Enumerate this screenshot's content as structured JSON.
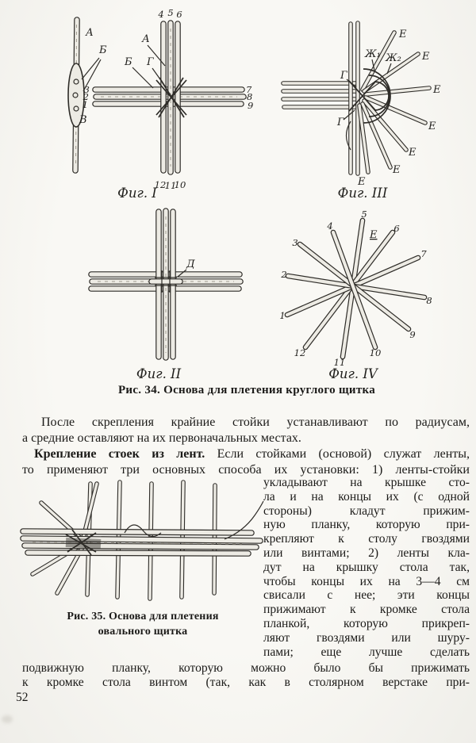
{
  "page": {
    "number": "52"
  },
  "fig34": {
    "caption": "Рис. 34. Основа для плетения круглого щитка",
    "fig1": {
      "caption": "Фиг. I",
      "label_a1": "А",
      "label_b1": "Б",
      "label_v": "В",
      "label_a2": "А",
      "label_b2": "Б",
      "label_g": "Г",
      "nums_top": [
        "4",
        "5",
        "6"
      ],
      "nums_bottom": [
        "12",
        "11",
        "10"
      ],
      "nums_left": [
        "3",
        "2",
        "1"
      ],
      "nums_right": [
        "7",
        "8",
        "9"
      ]
    },
    "fig2": {
      "caption": "Фиг. II",
      "label_d": "Д"
    },
    "fig3": {
      "caption": "Фиг. III",
      "label_g1": "Г",
      "label_g2": "Г",
      "label_zh1": "Ж₁",
      "label_zh2": "Ж₂",
      "labels_e": [
        "Е",
        "Е",
        "Е",
        "Е",
        "Е",
        "Е"
      ],
      "label_e_bottom": "Е"
    },
    "fig4": {
      "caption": "Фиг. IV",
      "label_e": "Е",
      "nums": [
        "1",
        "2",
        "3",
        "4",
        "5",
        "6",
        "7",
        "8",
        "9",
        "10",
        "11",
        "12"
      ]
    }
  },
  "para1": {
    "line1": "После скрепления крайние стойки устанавливают по радиусам,",
    "line2": "а средние оставляют на их первоначальных местах.",
    "line3_bold": "Крепление стоек из лент.",
    "line3_rest": " Если стойками (основой) служат ленты,",
    "line4": "то применяют три основных способа их установки: 1) ленты-стойки"
  },
  "fig35": {
    "caption_line1": "Рис. 35. Основа для плетения",
    "caption_line2": "овального щитка"
  },
  "col_right": {
    "lines": [
      "укладывают на крышке сто-",
      "ла и на концы их (с одной",
      "стороны) кладут прижим-",
      "ную планку, которую при-",
      "крепляют к столу гвоздями",
      "или винтами; 2) ленты кла-",
      "дут на крышку стола так,",
      "чтобы концы их на 3—4 см",
      "свисали с нее; эти концы",
      "прижимают к кромке стола",
      "планкой, которую прикреп-",
      "ляют гвоздями или шуру-",
      "пами; еще лучше сделать"
    ]
  },
  "para2": {
    "line1": "подвижную планку, которую можно было бы прижимать",
    "line2": "к кромке стола винтом (так, как в столярном верстаке при-"
  }
}
